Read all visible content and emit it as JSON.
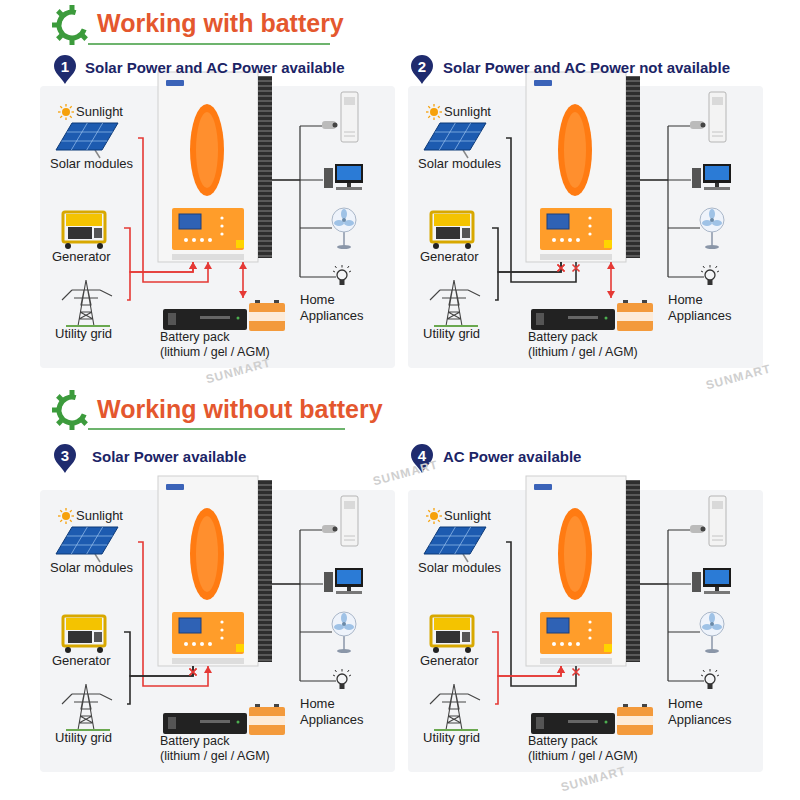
{
  "diagram": {
    "nodes": [
      {
        "text": [
          "1"
        ]
      },
      {
        "text": [
          "Sunlight",
          "Solar modules"
        ]
      },
      {
        "text": [
          "Generator"
        ]
      },
      {
        "text": [
          "Utility grid"
        ]
      },
      {
        "text": []
      },
      {
        "text": [
          "Battery pack",
          "(lithium / gel / AGM)"
        ]
      },
      {
        "text": [
          "Home Appliances"
        ]
      },
      {
        "text": [
          "2"
        ]
      },
      {
        "text": [
          "Sunlight",
          "Solar modules"
        ]
      },
      {
        "text": [
          "Generator"
        ]
      },
      {
        "text": [
          "Utility grid"
        ]
      },
      {
        "text": []
      },
      {
        "text": [
          "Battery pack",
          "(lithium / gel / AGM)"
        ]
      },
      {
        "text": [
          "Home Appliances"
        ]
      },
      {
        "text": [
          "3"
        ]
      },
      {
        "text": [
          "Sunlight",
          "Solar modules"
        ]
      },
      {
        "text": [
          "Generator"
        ]
      },
      {
        "text": [
          "Utility grid"
        ]
      },
      {
        "text": []
      },
      {
        "text": [
          "Battery pack",
          "(lithium / gel / AGM)"
        ]
      },
      {
        "text": [
          "Home Appliances"
        ]
      },
      {
        "text": [
          "4"
        ]
      },
      {
        "text": [
          "Sunlight",
          "Solar modules"
        ]
      },
      {
        "text": [
          "Generator"
        ]
      },
      {
        "text": [
          "Utility grid"
        ]
      },
      {
        "text": []
      },
      {
        "text": [
          "Battery pack",
          "(lithium / gel / AGM)"
        ]
      },
      {
        "text": [
          "Home Appliances"
        ]
      }
    ],
    "edges": [
      {
        "from": 1,
        "to": 4,
        "arrow": "to"
      },
      {
        "from": 2,
        "to": 4,
        "arrow": "to"
      },
      {
        "from": 3,
        "to": 4,
        "arrow": "to"
      },
      {
        "from": 4,
        "to": 5,
        "arrow": "both"
      },
      {
        "from": 4,
        "to": 6,
        "arrow": "none"
      },
      {
        "from": 8,
        "to": 11,
        "arrow": "none"
      },
      {
        "from": 9,
        "to": 11,
        "arrow": "none"
      },
      {
        "from": 10,
        "to": 11,
        "arrow": "none"
      },
      {
        "from": 11,
        "to": 12,
        "arrow": "both"
      },
      {
        "from": 11,
        "to": 13,
        "arrow": "none"
      },
      {
        "from": 15,
        "to": 18,
        "arrow": "to"
      },
      {
        "from": 16,
        "to": 18,
        "arrow": "none"
      },
      {
        "from": 17,
        "to": 18,
        "arrow": "none"
      },
      {
        "from": 18,
        "to": 20,
        "arrow": "none"
      },
      {
        "from": 22,
        "to": 25,
        "arrow": "none"
      },
      {
        "from": 23,
        "to": 25,
        "arrow": "to"
      },
      {
        "from": 24,
        "to": 25,
        "arrow": "to"
      },
      {
        "from": 25,
        "to": 27,
        "arrow": "none"
      }
    ],
    "labels": [
      "Working with battery",
      "Solar Power and AC Power available",
      "Solar Power and AC Power not available",
      "Working without battery",
      "Solar Power available",
      "AC Power available",
      "SUNMART",
      "SUNMART",
      "SUNMART",
      "SUNMART"
    ]
  }
}
